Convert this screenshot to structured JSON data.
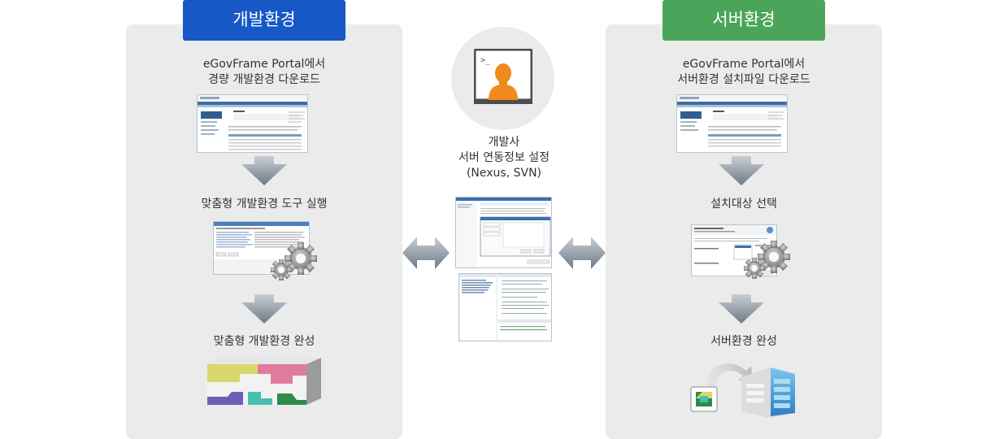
{
  "headers": {
    "dev": "개발환경",
    "server": "서버환경"
  },
  "dev_steps": {
    "step1": [
      "eGovFrame Portal에서",
      "경량 개발환경 다운로드"
    ],
    "step2": "맞춤형 개발환경 도구 실행",
    "step3": "맞춤형 개발환경 완성"
  },
  "developer": {
    "lines": [
      "개발사",
      "서버 연동정보 설정",
      "(Nexus, SVN)"
    ]
  },
  "server_steps": {
    "step1": [
      "eGovFrame Portal에서",
      "서버환경 설치파일 다운로드"
    ],
    "step2": "설치대상 선택",
    "step3": "서버환경 완성"
  },
  "colors": {
    "dev_accent": "#1558c6",
    "server_accent": "#4aa55a",
    "panel_bg": "#ebebeb",
    "icon_orange": "#f08a1c",
    "icon_dark": "#4d4d4d"
  }
}
